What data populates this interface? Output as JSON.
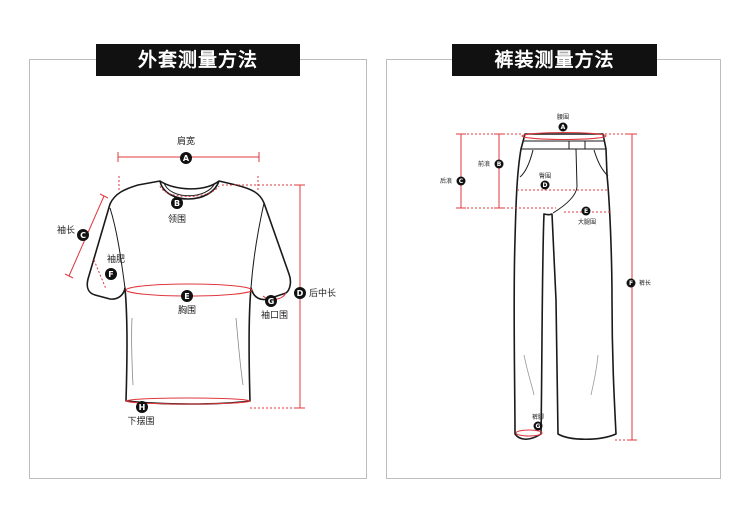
{
  "titles": {
    "left": "外套测量方法",
    "right": "裤装测量方法"
  },
  "shirt": {
    "A": {
      "letter": "A",
      "label": "肩宽"
    },
    "B": {
      "letter": "B",
      "label": "领围"
    },
    "C": {
      "letter": "C",
      "label": "袖长"
    },
    "D": {
      "letter": "D",
      "label": "后中长"
    },
    "E": {
      "letter": "E",
      "label": "胸围"
    },
    "F": {
      "letter": "F",
      "label": "袖肥"
    },
    "G": {
      "letter": "G",
      "label": "袖口围"
    },
    "H": {
      "letter": "H",
      "label": "下摆围"
    }
  },
  "pants": {
    "A": {
      "letter": "A",
      "label": "腰围"
    },
    "B": {
      "letter": "B",
      "label": "前浪"
    },
    "C": {
      "letter": "C",
      "label": "后浪"
    },
    "D": {
      "letter": "D",
      "label": "臀围"
    },
    "E": {
      "letter": "E",
      "label": "大腿围"
    },
    "F": {
      "letter": "F",
      "label": "裤长"
    },
    "G": {
      "letter": "G",
      "label": "裤脚"
    }
  },
  "colors": {
    "marker": "#111111",
    "measure": "#e0383e",
    "outline": "#1a1a1a",
    "panel_border": "#bdbdbd"
  }
}
